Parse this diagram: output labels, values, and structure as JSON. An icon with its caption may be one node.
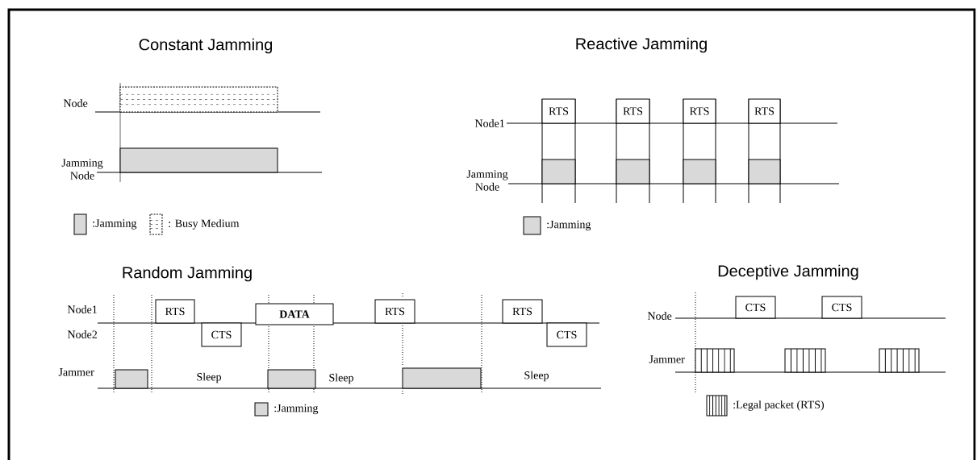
{
  "diagram": {
    "nodes": [
      {
        "text": [],
        "shape": "box"
      },
      {
        "text": [],
        "shape": "box"
      },
      {
        "text": [
          "RTS"
        ]
      },
      {
        "text": [
          "RTS"
        ]
      },
      {
        "text": [
          "RTS"
        ]
      },
      {
        "text": [
          "RTS"
        ]
      },
      {
        "text": [],
        "shape": "box"
      },
      {
        "text": [],
        "shape": "box"
      },
      {
        "text": [],
        "shape": "box"
      },
      {
        "text": [],
        "shape": "box"
      },
      {
        "text": [
          "RTS"
        ]
      },
      {
        "text": [
          "CTS"
        ]
      },
      {
        "text": [
          "DATA"
        ]
      },
      {
        "text": [
          "RTS"
        ]
      },
      {
        "text": [
          "RTS"
        ]
      },
      {
        "text": [
          "CTS"
        ]
      },
      {
        "text": [],
        "shape": "box"
      },
      {
        "text": [],
        "shape": "box"
      },
      {
        "text": [],
        "shape": "box"
      },
      {
        "text": [
          "CTS"
        ]
      },
      {
        "text": [
          "CTS"
        ]
      },
      {
        "text": [],
        "shape": "box"
      },
      {
        "text": [],
        "shape": "box"
      },
      {
        "text": [],
        "shape": "box"
      }
    ],
    "labels": [
      "Constant Jamming",
      "Node",
      "Jamming Node",
      "Reactive Jamming",
      "Node1",
      "Jamming Node",
      "Random Jamming",
      "Deceptive Jamming",
      "Node1",
      "Node2",
      "Jammer",
      "Sleep",
      "Sleep",
      "Sleep",
      "Node",
      "Jammer"
    ],
    "legend": [
      {
        "text": ":Jamming"
      },
      {
        "text": ": Busy Medium"
      },
      {
        "text": ":Jamming"
      },
      {
        "text": ":Jamming"
      },
      {
        "text": ":Legal packet (RTS)"
      }
    ]
  }
}
